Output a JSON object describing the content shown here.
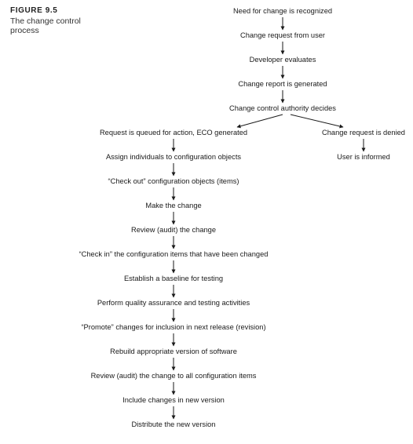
{
  "figure": {
    "number": "FIGURE 9.5",
    "title": "The change control process"
  },
  "steps": {
    "s1": "Need for change is recognized",
    "s2": "Change request from user",
    "s3": "Developer evaluates",
    "s4": "Change report is generated",
    "s5": "Change control authority decides",
    "s6": "Request is queued for action, ECO generated",
    "s7": "Assign individuals to configuration objects",
    "s8": "“Check out” configuration objects (items)",
    "s9": "Make the change",
    "s10": "Review (audit) the change",
    "s11": "“Check in” the configuration items that have been changed",
    "s12": "Establish a baseline for testing",
    "s13": "Perform quality assurance and testing activities",
    "s14": "“Promote” changes for inclusion in next release (revision)",
    "s15": "Rebuild appropriate version of software",
    "s16": "Review (audit) the change to all configuration items",
    "s17": "Include changes in new version",
    "s18": "Distribute the new version"
  },
  "denied_branch": {
    "d1": "Change request is denied",
    "d2": "User is informed"
  }
}
